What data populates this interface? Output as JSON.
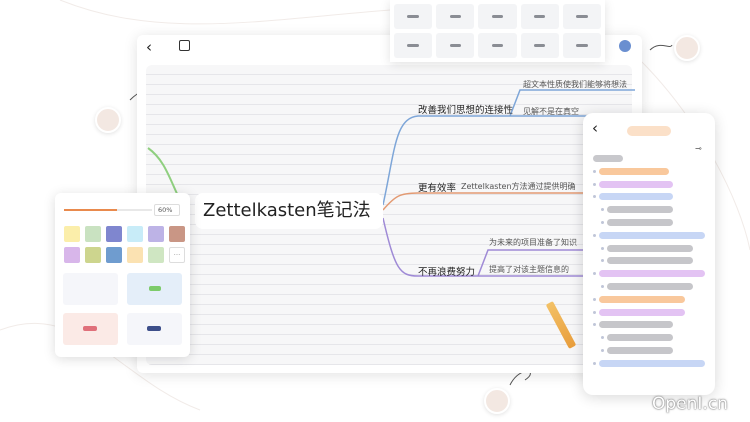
{
  "toolbar": {
    "back_icon": "chevron-left-icon",
    "open_icon": "external-link-icon"
  },
  "mindmap": {
    "central": "Zettelkasten笔记法",
    "branches": [
      {
        "label": "改善我们思想的连接性",
        "color": "#7ea6d8",
        "children": [
          "超文本性质使我们能够将想法",
          "见解不是在真空"
        ]
      },
      {
        "label": "更有效率",
        "color": "#e39a72",
        "children": [
          "Zettelkasten方法通过提供明确"
        ]
      },
      {
        "label": "不再浪费努力",
        "color": "#9f8ad6",
        "children": [
          "为未来的项目准备了知识",
          "提高了对该主题信息的"
        ]
      }
    ]
  },
  "style_panel": {
    "zoom_value": "60%",
    "zoom_fraction": 0.6,
    "more_label": "···",
    "colors": [
      "#fbeeaa",
      "#c9e2c1",
      "#7f86cf",
      "#c8ecf8",
      "#bdb3e6",
      "#c99685",
      "#d8b6ea",
      "#cdd58e",
      "#6f9ccf",
      "#fbe2b2",
      "#cfe6c2"
    ]
  },
  "phone": {
    "back_icon": "chevron-left-icon"
  },
  "watermark": "OpenI.cn"
}
